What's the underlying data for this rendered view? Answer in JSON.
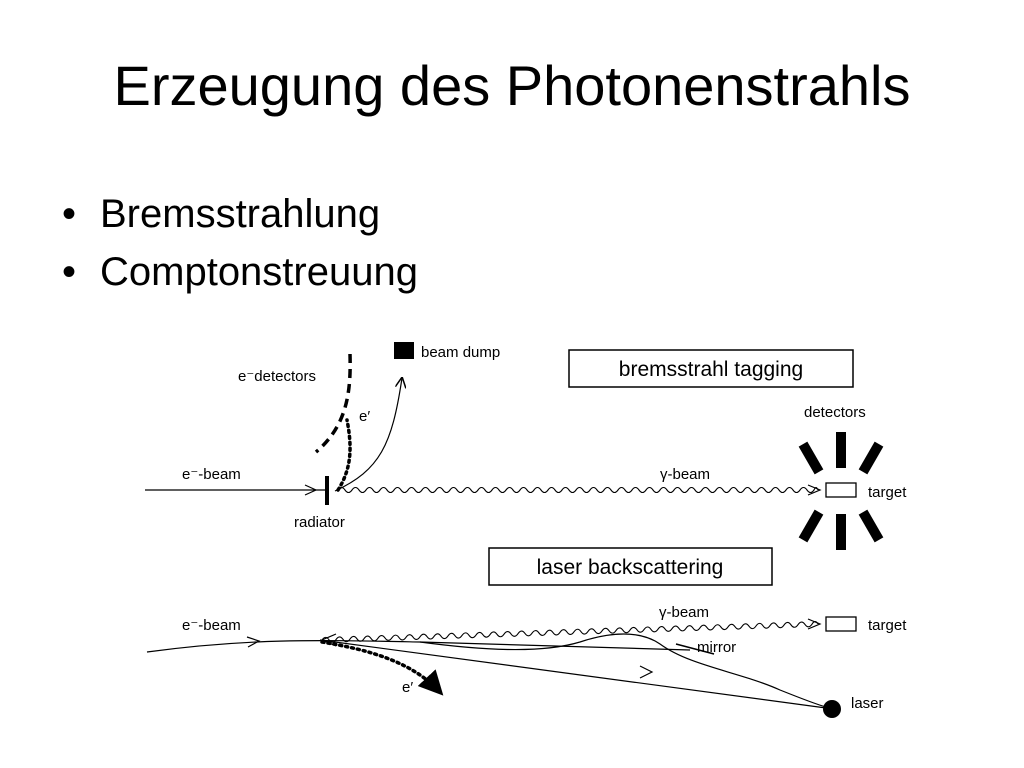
{
  "slide": {
    "title": "Erzeugung des Photonenstrahls",
    "bullet_glyph": "•",
    "bullets": [
      "Bremsstrahlung",
      "Comptonstreuung"
    ]
  },
  "diagram": {
    "tagging": {
      "box_label": "bremsstrahl tagging",
      "e_detectors": "e⁻detectors",
      "beam_dump": "beam dump",
      "e_prime": "e′",
      "e_beam": "e⁻-beam",
      "radiator": "radiator",
      "gamma_beam": "γ-beam",
      "detectors": "detectors",
      "target": "target"
    },
    "backscattering": {
      "box_label": "laser backscattering",
      "e_beam": "e⁻-beam",
      "gamma_beam": "γ-beam",
      "target": "target",
      "mirror": "mirror",
      "e_prime": "e′",
      "laser": "laser"
    }
  }
}
